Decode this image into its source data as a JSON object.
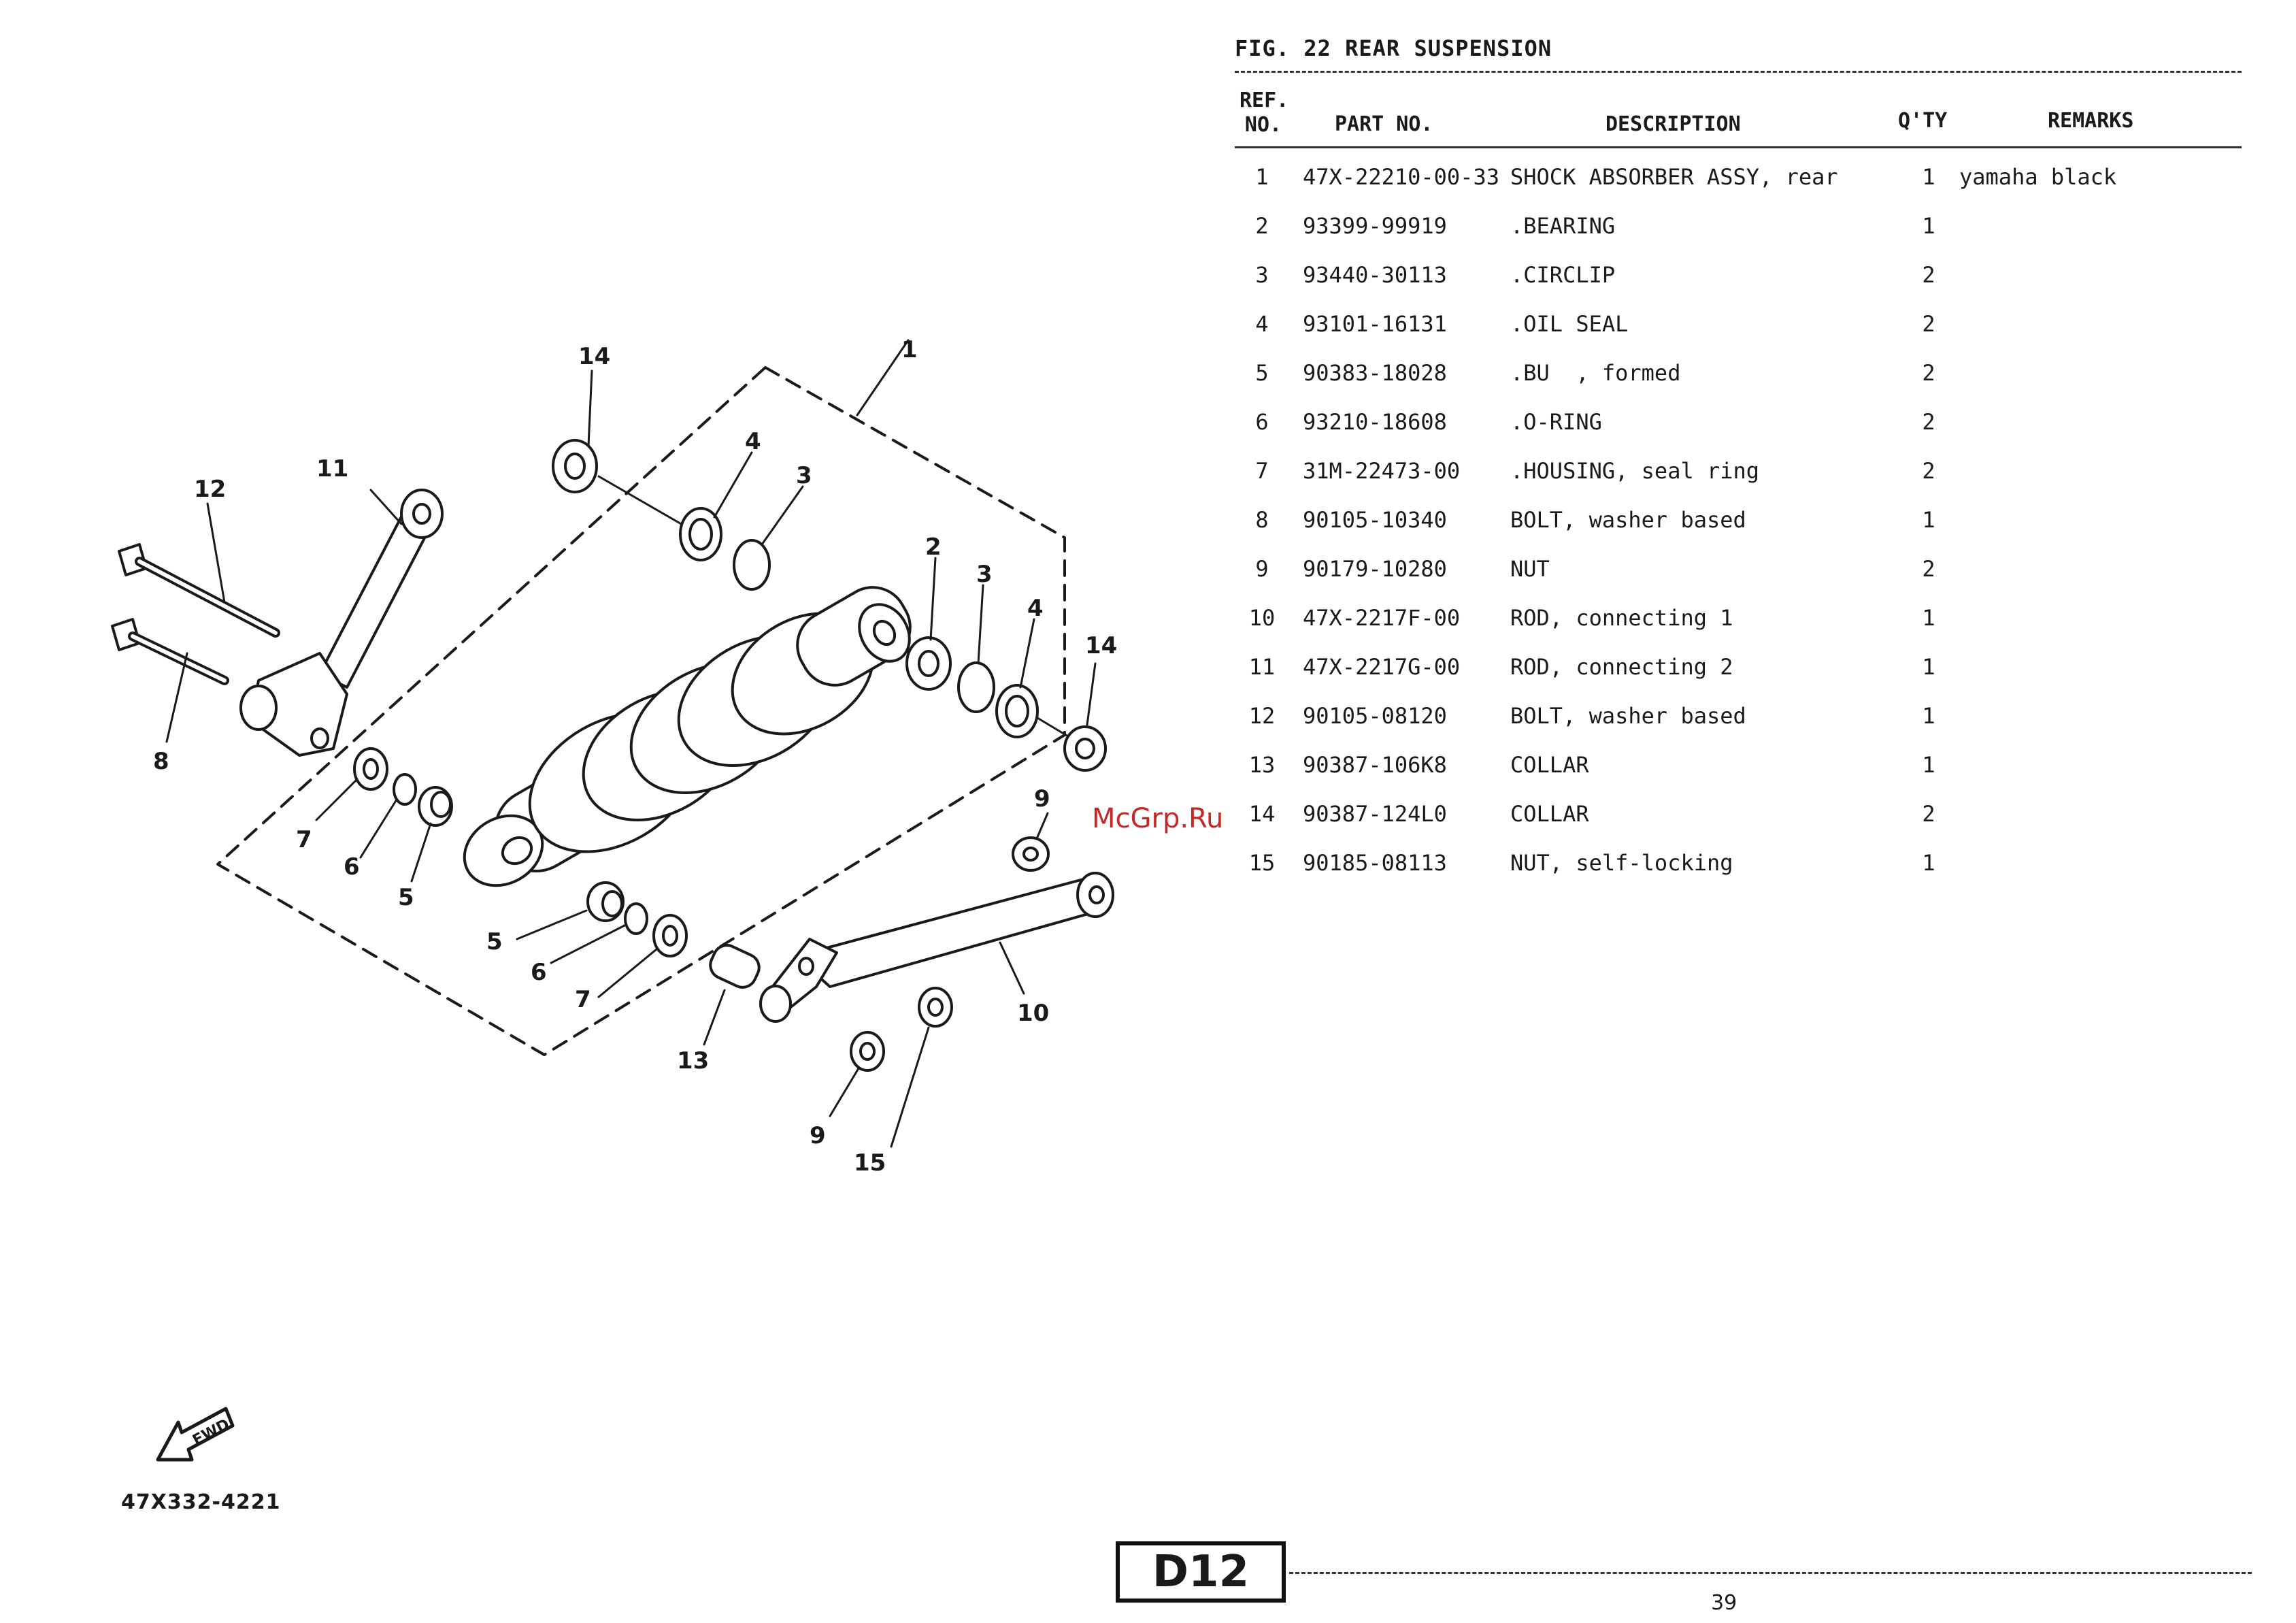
{
  "figure": {
    "title": "FIG. 22  REAR SUSPENSION"
  },
  "table": {
    "headers": {
      "ref_line1": "REF.",
      "ref_line2": "NO.",
      "part_no": "PART NO.",
      "description": "DESCRIPTION",
      "qty": "Q'TY",
      "remarks": "REMARKS"
    },
    "rows": [
      {
        "ref": "1",
        "part": "47X-22210-00-33",
        "desc": "SHOCK ABSORBER ASSY, rear",
        "qty": "1",
        "remarks": "yamaha black"
      },
      {
        "ref": "2",
        "part": "93399-99919",
        "desc": ".BEARING",
        "qty": "1",
        "remarks": ""
      },
      {
        "ref": "3",
        "part": "93440-30113",
        "desc": ".CIRCLIP",
        "qty": "2",
        "remarks": ""
      },
      {
        "ref": "4",
        "part": "93101-16131",
        "desc": ".OIL SEAL",
        "qty": "2",
        "remarks": ""
      },
      {
        "ref": "5",
        "part": "90383-18028",
        "desc": ".BU  , formed",
        "qty": "2",
        "remarks": ""
      },
      {
        "ref": "6",
        "part": "93210-18608",
        "desc": ".O-RING",
        "qty": "2",
        "remarks": ""
      },
      {
        "ref": "7",
        "part": "31M-22473-00",
        "desc": ".HOUSING, seal ring",
        "qty": "2",
        "remarks": ""
      },
      {
        "ref": "8",
        "part": "90105-10340",
        "desc": "BOLT, washer based",
        "qty": "1",
        "remarks": ""
      },
      {
        "ref": "9",
        "part": "90179-10280",
        "desc": "NUT",
        "qty": "2",
        "remarks": ""
      },
      {
        "ref": "10",
        "part": "47X-2217F-00",
        "desc": "ROD, connecting 1",
        "qty": "1",
        "remarks": ""
      },
      {
        "ref": "11",
        "part": "47X-2217G-00",
        "desc": "ROD, connecting 2",
        "qty": "1",
        "remarks": ""
      },
      {
        "ref": "12",
        "part": "90105-08120",
        "desc": "BOLT, washer based",
        "qty": "1",
        "remarks": ""
      },
      {
        "ref": "13",
        "part": "90387-106K8",
        "desc": "COLLAR",
        "qty": "1",
        "remarks": ""
      },
      {
        "ref": "14",
        "part": "90387-124L0",
        "desc": "COLLAR",
        "qty": "2",
        "remarks": ""
      },
      {
        "ref": "15",
        "part": "90185-08113",
        "desc": "NUT, self-locking",
        "qty": "1",
        "remarks": ""
      }
    ]
  },
  "diagram": {
    "callouts": {
      "c1": "1",
      "c2": "2",
      "c3": "3",
      "c3b": "3",
      "c4": "4",
      "c4b": "4",
      "c5": "5",
      "c5b": "5",
      "c6": "6",
      "c6b": "6",
      "c7": "7",
      "c7b": "7",
      "c8": "8",
      "c9": "9",
      "c9b": "9",
      "c10": "10",
      "c11": "11",
      "c12": "12",
      "c13": "13",
      "c14": "14",
      "c14b": "14",
      "c15": "15"
    },
    "fwd_label": "FWD"
  },
  "watermark": "McGrp.Ru",
  "catalog_no": "47X332-4221",
  "section_code": "D12",
  "page_number": "39"
}
